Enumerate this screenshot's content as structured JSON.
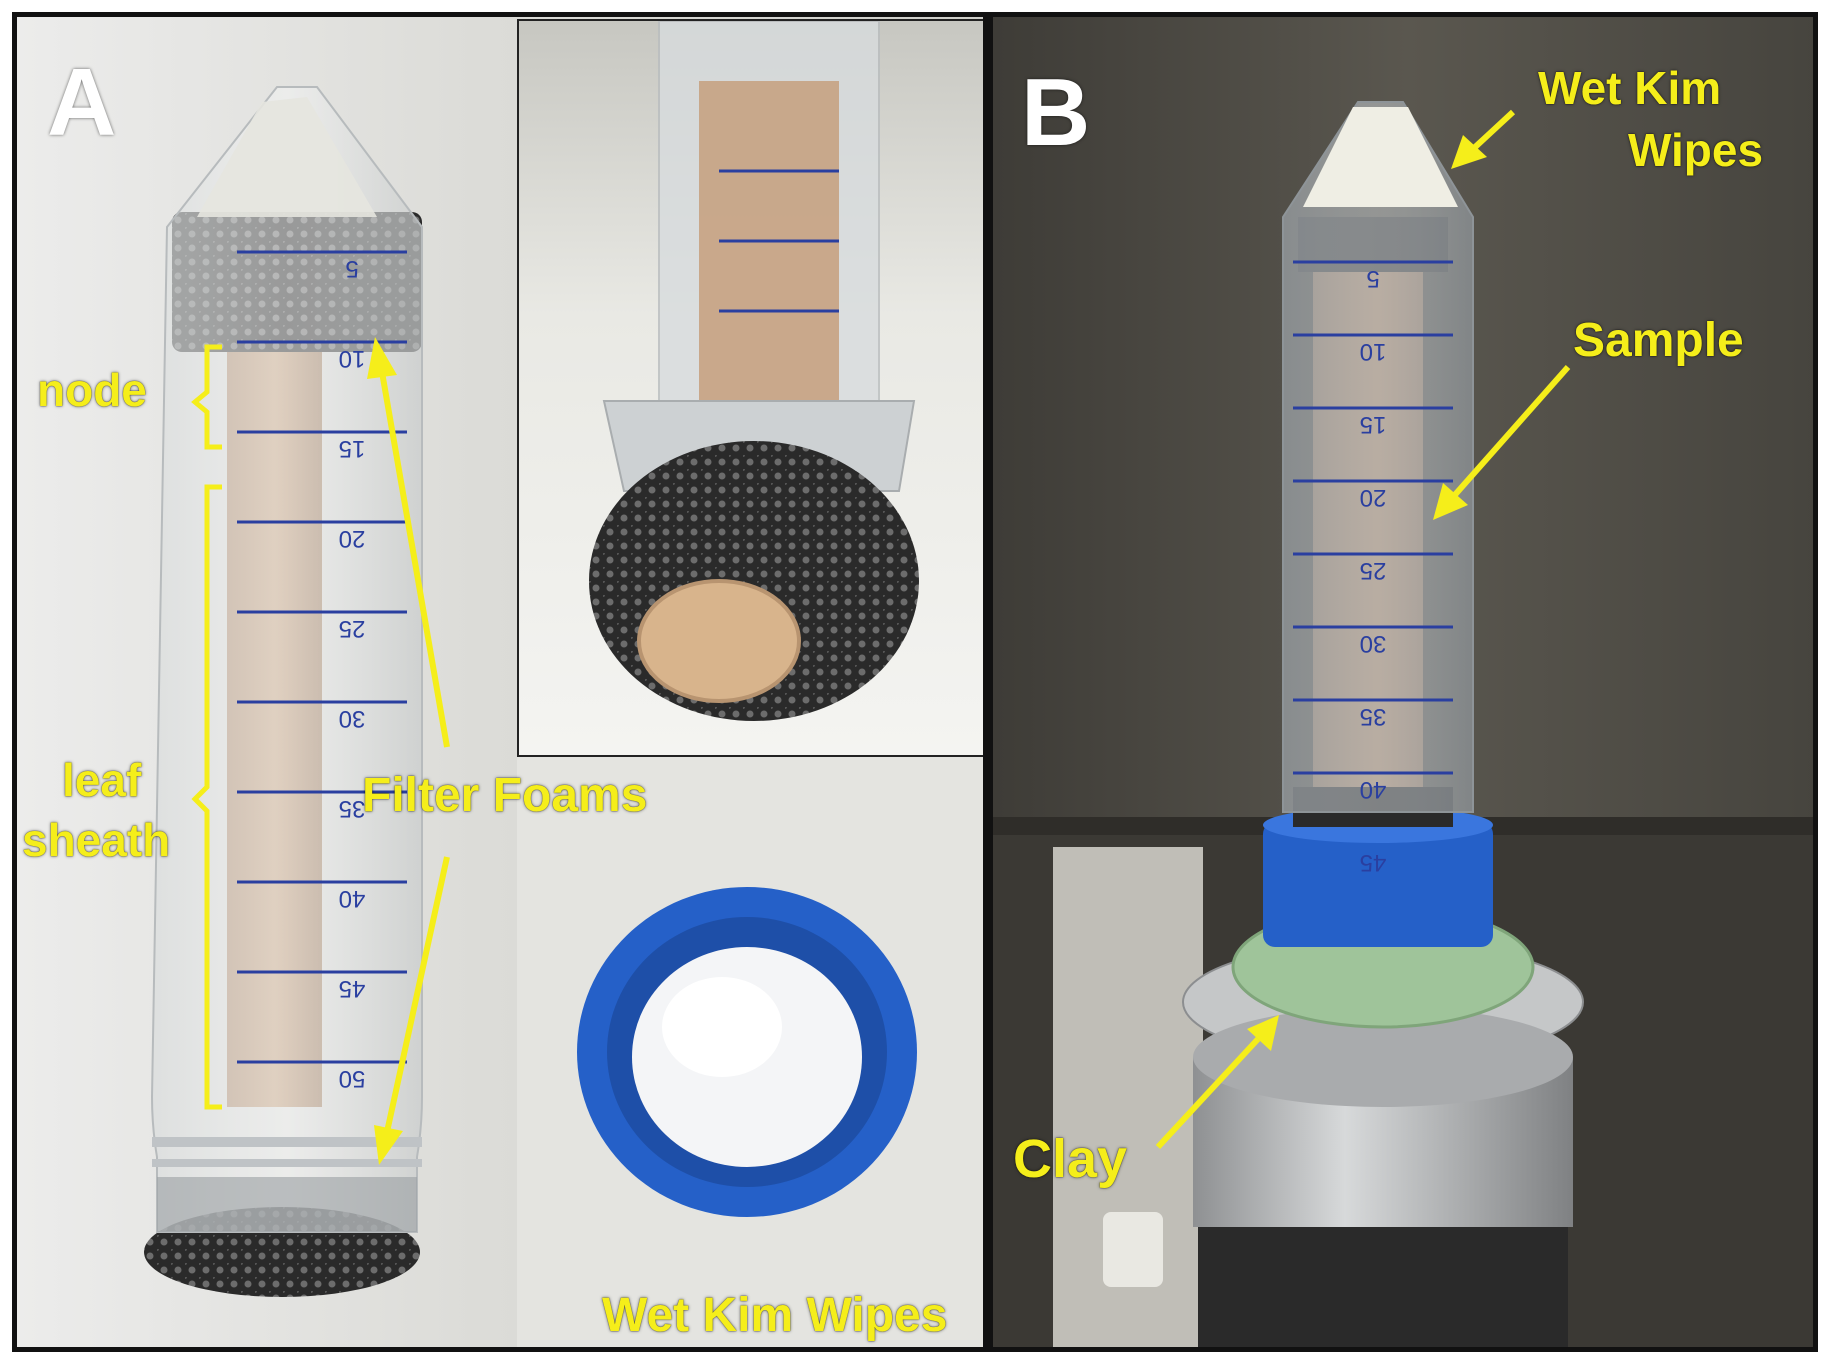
{
  "panels": {
    "a": {
      "letter": "A",
      "labels": {
        "node": "node",
        "leaf_sheath_line1": "leaf",
        "leaf_sheath_line2": "sheath",
        "filter_foams": "Filter Foams",
        "wet_kim_wipes": "Wet Kim Wipes"
      },
      "tube_markings": [
        "5",
        "10",
        "15",
        "20",
        "25",
        "30",
        "35",
        "40",
        "45",
        "50"
      ]
    },
    "b": {
      "letter": "B",
      "labels": {
        "wet_kim_line1": "Wet Kim",
        "wet_kim_line2": "Wipes",
        "sample": "Sample",
        "clay": "Clay"
      },
      "tube_markings": [
        "5",
        "10",
        "15",
        "20",
        "25",
        "30",
        "35",
        "40",
        "45"
      ]
    }
  },
  "colors": {
    "label_yellow": "#f5ee1a",
    "tube_mark_blue": "#2a3fa0",
    "cap_blue": "#2560c8",
    "foam_black": "#1c1c1c",
    "sample_tan": "#c8a27c",
    "clay_green": "#9fc49a"
  }
}
